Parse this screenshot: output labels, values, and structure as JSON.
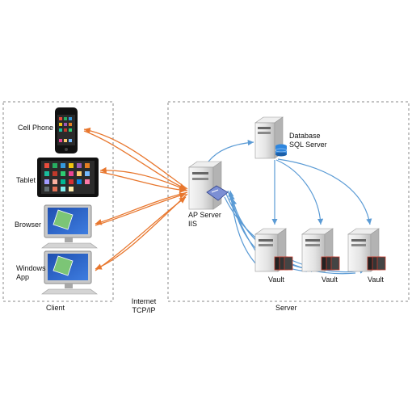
{
  "groups": {
    "client": "Client",
    "server": "Server",
    "internet": "Internet\nTCP/IP"
  },
  "devices": {
    "cell_phone": "Cell Phone",
    "tablet": "Tablet",
    "browser": "Browser",
    "windows_app": "Windows\nApp"
  },
  "servers": {
    "ap_server": "AP Server\nIIS",
    "database": "Database\nSQL Server",
    "vaults": [
      "Vault",
      "Vault",
      "Vault"
    ]
  },
  "colors": {
    "client_link": "#e8772e",
    "server_link": "#5b9bd5",
    "frame": "#888888"
  }
}
